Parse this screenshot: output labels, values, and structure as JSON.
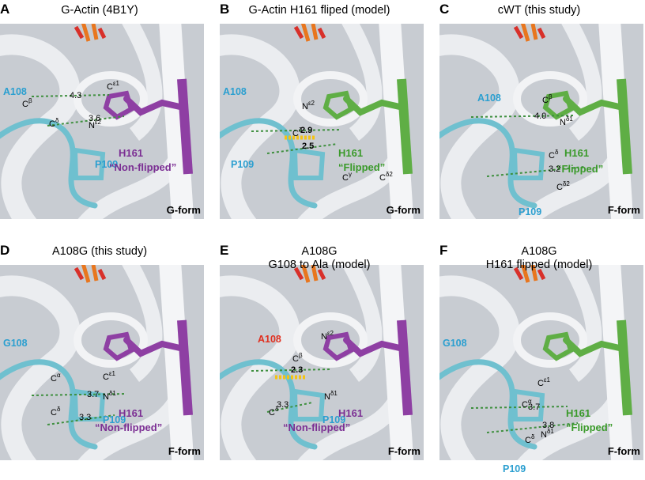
{
  "panels": [
    {
      "letter": "A",
      "title": [
        "G-Actin (4B1Y)"
      ],
      "form": "G-form",
      "his": "purple",
      "residue1": {
        "text": "A108",
        "color": "blue"
      },
      "his_label": [
        "H161",
        "“Non-flipped”"
      ],
      "p109": "P109",
      "distances": [
        "4.3",
        "3.6"
      ],
      "atoms": [
        [
          "C",
          "β"
        ],
        [
          "C",
          "δ"
        ],
        [
          "C",
          "ε1"
        ],
        [
          "N",
          "ε2"
        ]
      ]
    },
    {
      "letter": "B",
      "title": [
        "G-Actin H161 fliped (model)"
      ],
      "form": "G-form",
      "his": "green",
      "residue1": {
        "text": "A108",
        "color": "blue"
      },
      "his_label": [
        "H161",
        "“Flipped”"
      ],
      "p109": "P109",
      "distances": [
        "2.9",
        "2.5"
      ],
      "atoms": [
        [
          "N",
          "ε2"
        ],
        [
          "C",
          "δ"
        ],
        [
          "C",
          "γ"
        ],
        [
          "C",
          "δ2"
        ]
      ]
    },
    {
      "letter": "C",
      "title": [
        "cWT (this study)"
      ],
      "form": "F-form",
      "his": "green",
      "residue1": {
        "text": "A108",
        "color": "blue"
      },
      "his_label": [
        "H161",
        "“Flipped”"
      ],
      "p109": "P109",
      "distances": [
        "4.0",
        "3.2"
      ],
      "atoms": [
        [
          "C",
          "β"
        ],
        [
          "N",
          "δ1"
        ],
        [
          "C",
          "δ"
        ],
        [
          "C",
          "δ2"
        ]
      ]
    },
    {
      "letter": "D",
      "title": [
        "A108G (this study)"
      ],
      "form": "F-form",
      "his": "purple",
      "residue1": {
        "text": "G108",
        "color": "blue"
      },
      "his_label": [
        "H161",
        "“Non-flipped”"
      ],
      "p109": "P109",
      "distances": [
        "3.7",
        "3.3"
      ],
      "atoms": [
        [
          "C",
          "α"
        ],
        [
          "C",
          "ε1"
        ],
        [
          "N",
          "δ1"
        ],
        [
          "C",
          "δ"
        ]
      ]
    },
    {
      "letter": "E",
      "title": [
        "A108G",
        "G108 to Ala (model)"
      ],
      "form": "F-form",
      "his": "purple",
      "residue1": {
        "text": "A108",
        "color": "red"
      },
      "his_label": [
        "H161",
        "“Non-flipped”"
      ],
      "p109": "P109",
      "distances": [
        "2.3",
        "3.3"
      ],
      "atoms": [
        [
          "C",
          "β"
        ],
        [
          "N",
          "ε2"
        ],
        [
          "N",
          "δ1"
        ],
        [
          "C",
          "δ"
        ]
      ]
    },
    {
      "letter": "F",
      "title": [
        "A108G",
        "H161 flipped (model)"
      ],
      "form": "F-form",
      "his": "green",
      "residue1": {
        "text": "G108",
        "color": "blue"
      },
      "his_label": [
        "H161",
        "“Flipped”"
      ],
      "p109": "P109",
      "distances": [
        "3.7",
        "3.8"
      ],
      "atoms": [
        [
          "C",
          "ε1"
        ],
        [
          "C",
          "α"
        ],
        [
          "N",
          "δ1"
        ],
        [
          "C",
          "δ"
        ]
      ]
    }
  ]
}
